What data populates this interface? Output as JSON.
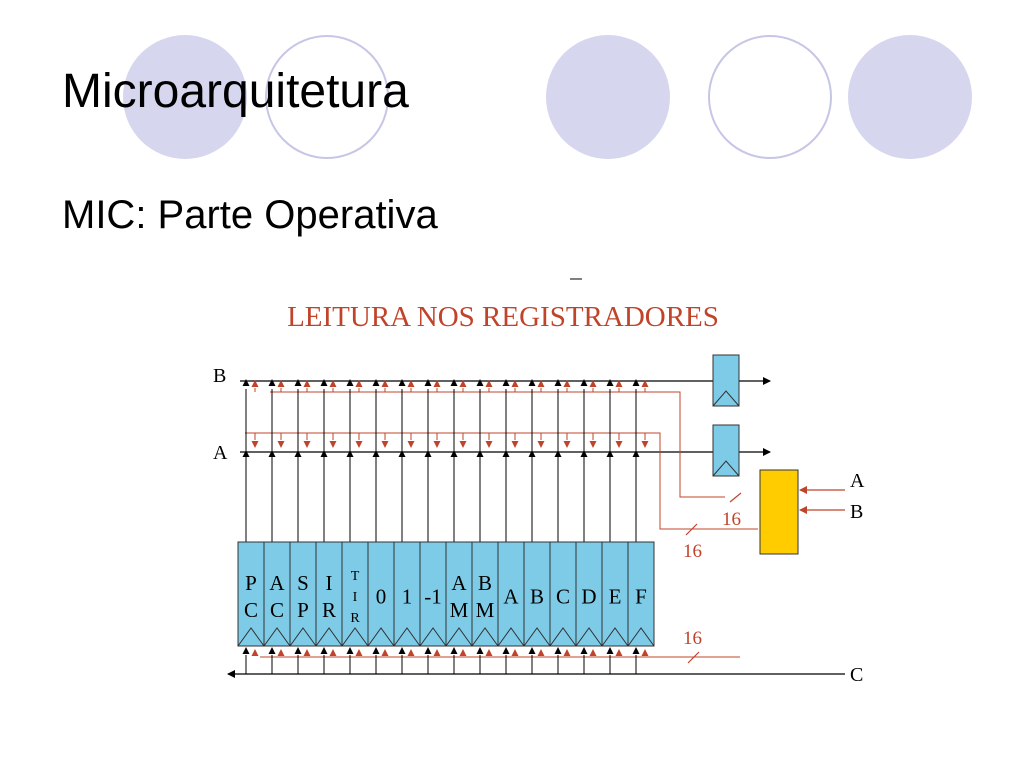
{
  "slide": {
    "title": "Microarquitetura",
    "subtitle": "MIC: Parte Operativa"
  },
  "diagram": {
    "heading": "LEITURA NOS REGISTRADORES",
    "registers": [
      {
        "lines": [
          "P",
          "C"
        ]
      },
      {
        "lines": [
          "A",
          "C"
        ]
      },
      {
        "lines": [
          "S",
          "P"
        ]
      },
      {
        "lines": [
          "I",
          "R"
        ]
      },
      {
        "lines": [
          "T",
          "I",
          "R"
        ]
      },
      {
        "lines": [
          "0"
        ]
      },
      {
        "lines": [
          "1"
        ]
      },
      {
        "lines": [
          "-1"
        ]
      },
      {
        "lines": [
          "A",
          "M"
        ]
      },
      {
        "lines": [
          "B",
          "M"
        ]
      },
      {
        "lines": [
          "A"
        ]
      },
      {
        "lines": [
          "B"
        ]
      },
      {
        "lines": [
          "C"
        ]
      },
      {
        "lines": [
          "D"
        ]
      },
      {
        "lines": [
          "E"
        ]
      },
      {
        "lines": [
          "F"
        ]
      }
    ],
    "bus_labels": {
      "b": "B",
      "a": "A",
      "c": "C"
    },
    "width_labels": [
      "16",
      "16",
      "16"
    ],
    "alu_inputs": [
      "A",
      "B"
    ],
    "colors": {
      "register_fill": "#7ecbe8",
      "register_stroke": "#333333",
      "control_line": "#c0442a",
      "mux_fill": "#ffcc00",
      "heading": "#c0442a",
      "deco_fill": "#d6d6ee",
      "deco_stroke": "#c6c6e6"
    }
  }
}
